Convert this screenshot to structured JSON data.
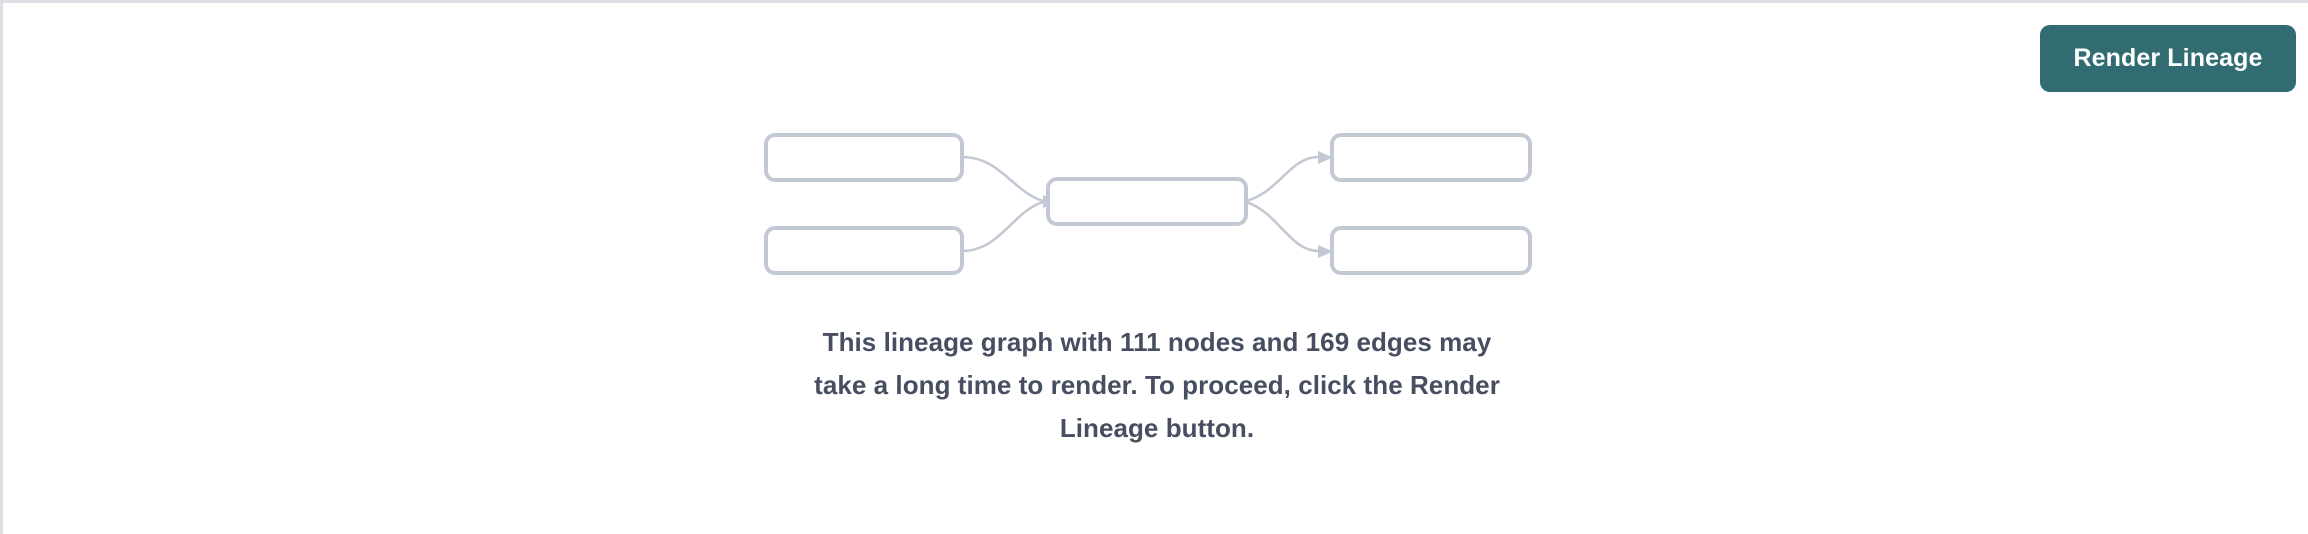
{
  "page": {
    "background_color": "#ffffff",
    "border_color": "#dddfe4"
  },
  "toolbar": {
    "render_button_label": "Render Lineage",
    "render_button_color": "#316C72",
    "render_button_text_color": "#ffffff"
  },
  "placeholder": {
    "message": "This lineage graph with 111 nodes and 169 edges may take a long time to render. To proceed, click the Render Lineage button.",
    "message_color": "#474E61",
    "node_count": 111,
    "edge_count": 169,
    "illustration": {
      "node_stroke_color": "#c3c9d4",
      "node_fill_color": "#ffffff",
      "edge_color": "#c3c9d4",
      "nodes": [
        {
          "id": "upstream-1",
          "column": "left",
          "label": ""
        },
        {
          "id": "upstream-2",
          "column": "left",
          "label": ""
        },
        {
          "id": "focus",
          "column": "center",
          "label": ""
        },
        {
          "id": "downstream-1",
          "column": "right",
          "label": ""
        },
        {
          "id": "downstream-2",
          "column": "right",
          "label": ""
        }
      ],
      "edges": [
        {
          "from": "upstream-1",
          "to": "focus"
        },
        {
          "from": "upstream-2",
          "to": "focus"
        },
        {
          "from": "focus",
          "to": "downstream-1"
        },
        {
          "from": "focus",
          "to": "downstream-2"
        }
      ]
    }
  }
}
